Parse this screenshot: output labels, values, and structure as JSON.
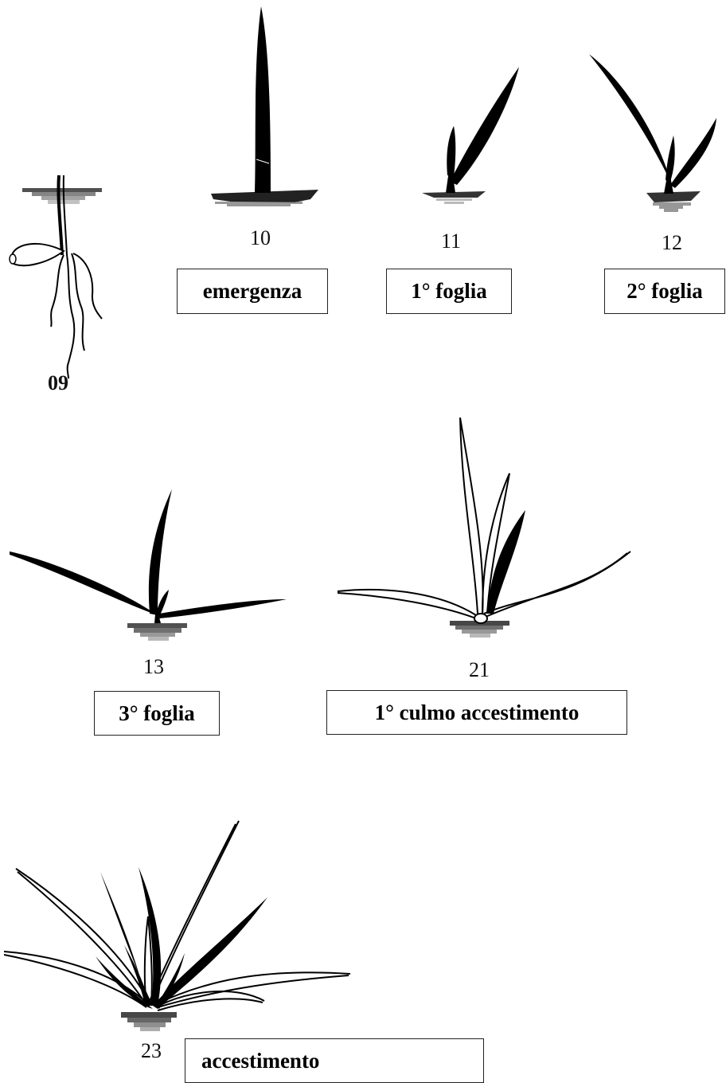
{
  "stages": [
    {
      "code": "09",
      "label": ""
    },
    {
      "code": "10",
      "label": "emergenza"
    },
    {
      "code": "11",
      "label": "1° foglia"
    },
    {
      "code": "12",
      "label": "2° foglia"
    },
    {
      "code": "13",
      "label": "3° foglia"
    },
    {
      "code": "21",
      "label": "1° culmo accestimento"
    },
    {
      "code": "23",
      "label": "accestimento"
    }
  ],
  "colors": {
    "ink": "#000000",
    "soil": "#333333",
    "background": "#ffffff"
  }
}
